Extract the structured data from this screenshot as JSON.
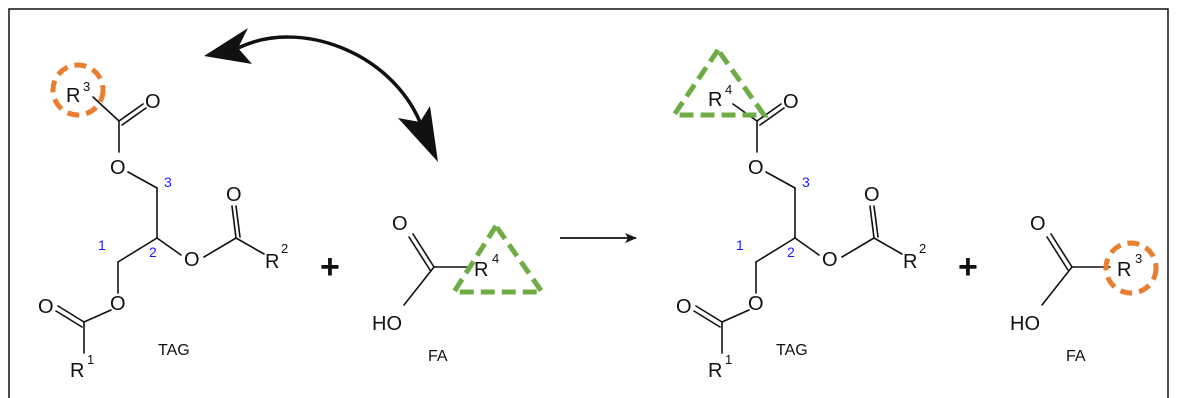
{
  "colors": {
    "frame": "#111111",
    "bond": "#111111",
    "position_number": "#1a1aff",
    "r3_marker": "#e87e30",
    "r4_marker": "#6fac45"
  },
  "left_tag": {
    "r1": "R",
    "r1_sup": "1",
    "r2": "R",
    "r2_sup": "2",
    "r3": "R",
    "r3_sup": "3",
    "oxygen": "O",
    "pos1": "1",
    "pos2": "2",
    "pos3": "3",
    "label": "TAG"
  },
  "left_fa": {
    "r4": "R",
    "r4_sup": "4",
    "oxygen": "O",
    "hydroxyl": "HO",
    "label": "FA"
  },
  "right_tag": {
    "r1": "R",
    "r1_sup": "1",
    "r2": "R",
    "r2_sup": "2",
    "r4": "R",
    "r4_sup": "4",
    "oxygen": "O",
    "pos1": "1",
    "pos2": "2",
    "pos3": "3",
    "label": "TAG"
  },
  "right_fa": {
    "r3": "R",
    "r3_sup": "3",
    "oxygen": "O",
    "hydroxyl": "HO",
    "label": "FA"
  },
  "operators": {
    "plus": "+"
  },
  "icons": {
    "exchange_arrow": "curved-double-arrow-icon",
    "reaction_arrow": "reaction-arrow-icon",
    "r3_marker": "dashed-circle-icon",
    "r4_marker": "dashed-triangle-icon"
  }
}
